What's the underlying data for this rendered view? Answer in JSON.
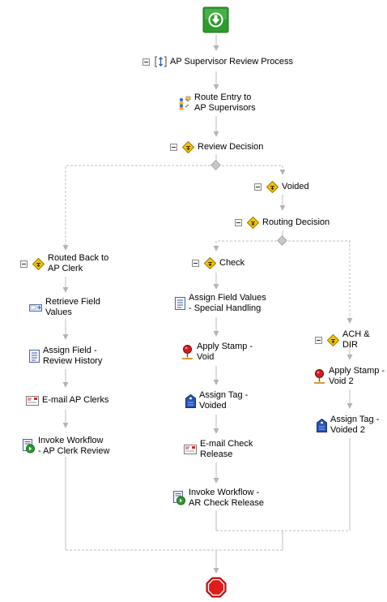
{
  "start": {
    "icon": "start-download-icon"
  },
  "end": {
    "icon": "stop-octagon-icon"
  },
  "nodes": {
    "process": {
      "label": "AP Supervisor Review Process",
      "icon": "process-brackets-icon"
    },
    "route_entry": {
      "label": "Route Entry to\nAP Supervisors",
      "icon": "route-users-icon"
    },
    "review_decision": {
      "label": "Review Decision",
      "icon": "decision-diamond-icon"
    },
    "voided": {
      "label": "Voided",
      "icon": "decision-diamond-icon"
    },
    "routing_decision": {
      "label": "Routing Decision",
      "icon": "decision-diamond-icon"
    },
    "routed_back": {
      "label": "Routed Back to\nAP Clerk",
      "icon": "decision-diamond-icon"
    },
    "retrieve_values": {
      "label": "Retrieve Field\nValues",
      "icon": "retrieve-field-icon"
    },
    "assign_history": {
      "label": "Assign Field -\nReview History",
      "icon": "document-icon"
    },
    "email_clerks": {
      "label": "E-mail AP Clerks",
      "icon": "email-icon"
    },
    "invoke_clerk": {
      "label": "Invoke Workflow\n- AP Clerk Review",
      "icon": "invoke-workflow-icon"
    },
    "check": {
      "label": "Check",
      "icon": "decision-diamond-icon"
    },
    "assign_special": {
      "label": "Assign Field Values\n- Special Handling",
      "icon": "document-icon"
    },
    "stamp_void": {
      "label": "Apply Stamp -\nVoid",
      "icon": "stamp-pin-icon"
    },
    "tag_voided": {
      "label": "Assign Tag -\nVoided",
      "icon": "tag-icon"
    },
    "email_release": {
      "label": "E-mail Check\nRelease",
      "icon": "email-icon"
    },
    "invoke_ar": {
      "label": "Invoke Workflow -\nAR Check Release",
      "icon": "invoke-workflow-icon"
    },
    "ach_dir": {
      "label": "ACH & DIR",
      "icon": "decision-diamond-icon"
    },
    "stamp_void2": {
      "label": "Apply Stamp -\nVoid 2",
      "icon": "stamp-pin-icon"
    },
    "tag_voided2": {
      "label": "Assign Tag -\nVoided 2",
      "icon": "tag-icon"
    }
  }
}
